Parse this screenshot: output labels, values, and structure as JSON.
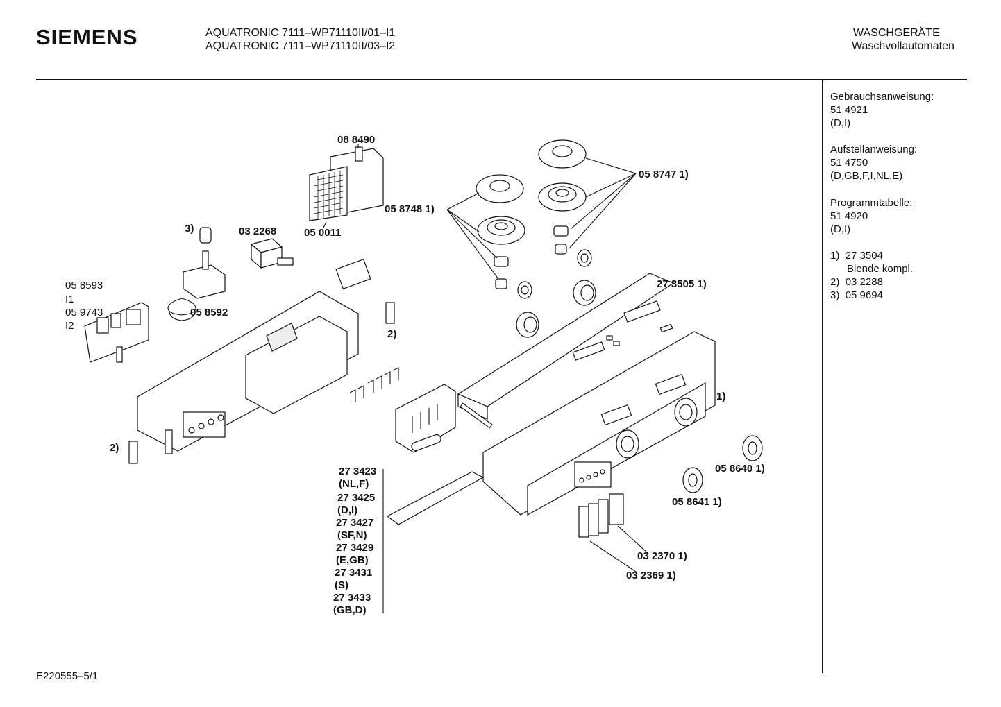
{
  "header": {
    "brand": "SIEMENS",
    "model_line_1": "AQUATRONIC 7111–WP71110II/01–I1",
    "model_line_2": "AQUATRONIC 7111–WP71110II/03–I2",
    "category_line_1": "WASCHGERÄTE",
    "category_line_2": "Waschvollautomaten"
  },
  "sidebar": {
    "docs": [
      {
        "title": "Gebrauchsanweisung:",
        "number": "51 4921",
        "langs": "(D,I)"
      },
      {
        "title": "Aufstellanweisung:",
        "number": "51 4750",
        "langs": "(D,GB,F,I,NL,E)"
      },
      {
        "title": "Programmtabelle:",
        "number": "51 4920",
        "langs": "(D,I)"
      }
    ],
    "notes": [
      {
        "mark": "1)",
        "text": "27 3504",
        "sub": "Blende kompl."
      },
      {
        "mark": "2)",
        "text": "03 2288"
      },
      {
        "mark": "3)",
        "text": "05 9694"
      }
    ]
  },
  "parts": {
    "p088490": "08 8490",
    "p050011": "05 0011",
    "p058748": "05 8748 1)",
    "p058747": "05 8747 1)",
    "p032268": "03 2268",
    "note3": "3)",
    "p058593": "05 8593",
    "i1": "I1",
    "p059743": "05 9743",
    "i2": "I2",
    "p058592": "05 8592",
    "p273505": "27 3505 1)",
    "note2a": "2)",
    "note2b": "2)",
    "note1": "1)",
    "p058640": "05 8640 1)",
    "p058641": "05 8641 1)",
    "p032370": "03 2370 1)",
    "p032369": "03 2369 1)"
  },
  "variants": [
    {
      "number": "27 3423",
      "langs": "(NL,F)"
    },
    {
      "number": "27 3425",
      "langs": "(D,I)"
    },
    {
      "number": "27 3427",
      "langs": "(SF,N)"
    },
    {
      "number": "27 3429",
      "langs": "(E,GB)"
    },
    {
      "number": "27 3431",
      "langs": "(S)"
    },
    {
      "number": "27 3433",
      "langs": "(GB,D)"
    }
  ],
  "footer": {
    "code": "E220555–5/1"
  }
}
